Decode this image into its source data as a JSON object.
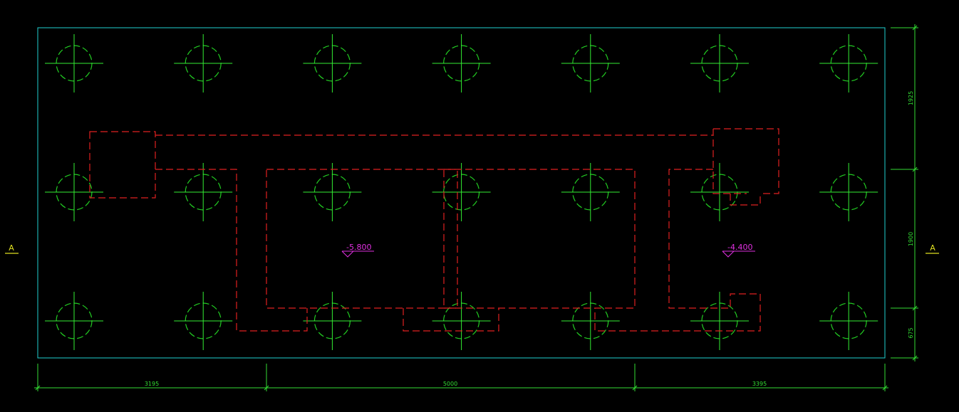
{
  "drawing": {
    "background_color": "#000000",
    "colors": {
      "outline": "#20d0d0",
      "pile_ring": "#22cc22",
      "pile_cross": "#33ee33",
      "dimension": "#33dd33",
      "pit_line": "#e02020",
      "elevation": "#e030e0",
      "section_mark": "#e0e020"
    },
    "pile_grid": {
      "columns": 7,
      "rows": 3
    },
    "elevation_marks": [
      {
        "id": "pit-left",
        "label": "-5.800"
      },
      {
        "id": "pit-right",
        "label": "-4.400"
      }
    ],
    "section_marks": [
      {
        "id": "left",
        "label": "A"
      },
      {
        "id": "right",
        "label": "A"
      }
    ],
    "bottom_dimensions": [
      {
        "id": "left",
        "label": "3195"
      },
      {
        "id": "middle",
        "label": "5000"
      },
      {
        "id": "right",
        "label": "3395"
      }
    ],
    "right_dimensions": [
      {
        "id": "top",
        "label": "1925"
      },
      {
        "id": "middle",
        "label": "1900"
      },
      {
        "id": "bottom",
        "label": "675"
      }
    ]
  }
}
